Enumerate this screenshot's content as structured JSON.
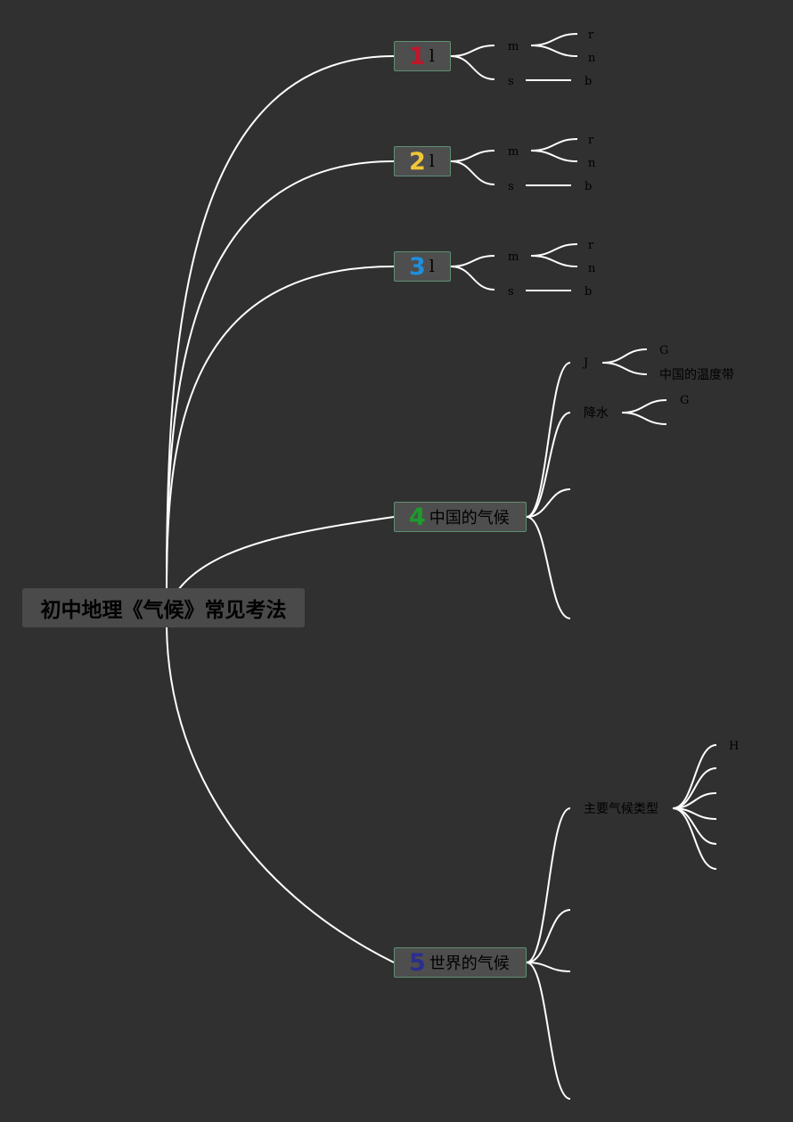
{
  "root": {
    "title": "初中地理《气候》常见考法"
  },
  "branches": [
    {
      "num": "1",
      "num_color": "#c0162b",
      "label": "l",
      "children": [
        {
          "label": "m",
          "children": [
            "r",
            "n"
          ]
        },
        {
          "label": "s",
          "children": [
            "b"
          ]
        }
      ]
    },
    {
      "num": "2",
      "num_color": "#f0c53a",
      "label": "l",
      "children": [
        {
          "label": "m",
          "children": [
            "r",
            "n"
          ]
        },
        {
          "label": "s",
          "children": [
            "b"
          ]
        }
      ]
    },
    {
      "num": "3",
      "num_color": "#1e8fdc",
      "label": "l",
      "children": [
        {
          "label": "m",
          "children": [
            "r",
            "n"
          ]
        },
        {
          "label": "s",
          "children": [
            "b"
          ]
        }
      ]
    },
    {
      "num": "4",
      "num_color": "#1f9a2e",
      "label": "中国的气候",
      "children": [
        {
          "label": "J",
          "children": [
            "G",
            "中国的温度带"
          ]
        },
        {
          "label": "降水",
          "children": [
            "G"
          ]
        }
      ]
    },
    {
      "num": "5",
      "num_color": "#2a2f8c",
      "label": "世界的气候",
      "children": [
        {
          "label": "主要气候类型",
          "children": [
            "H"
          ]
        }
      ]
    }
  ]
}
